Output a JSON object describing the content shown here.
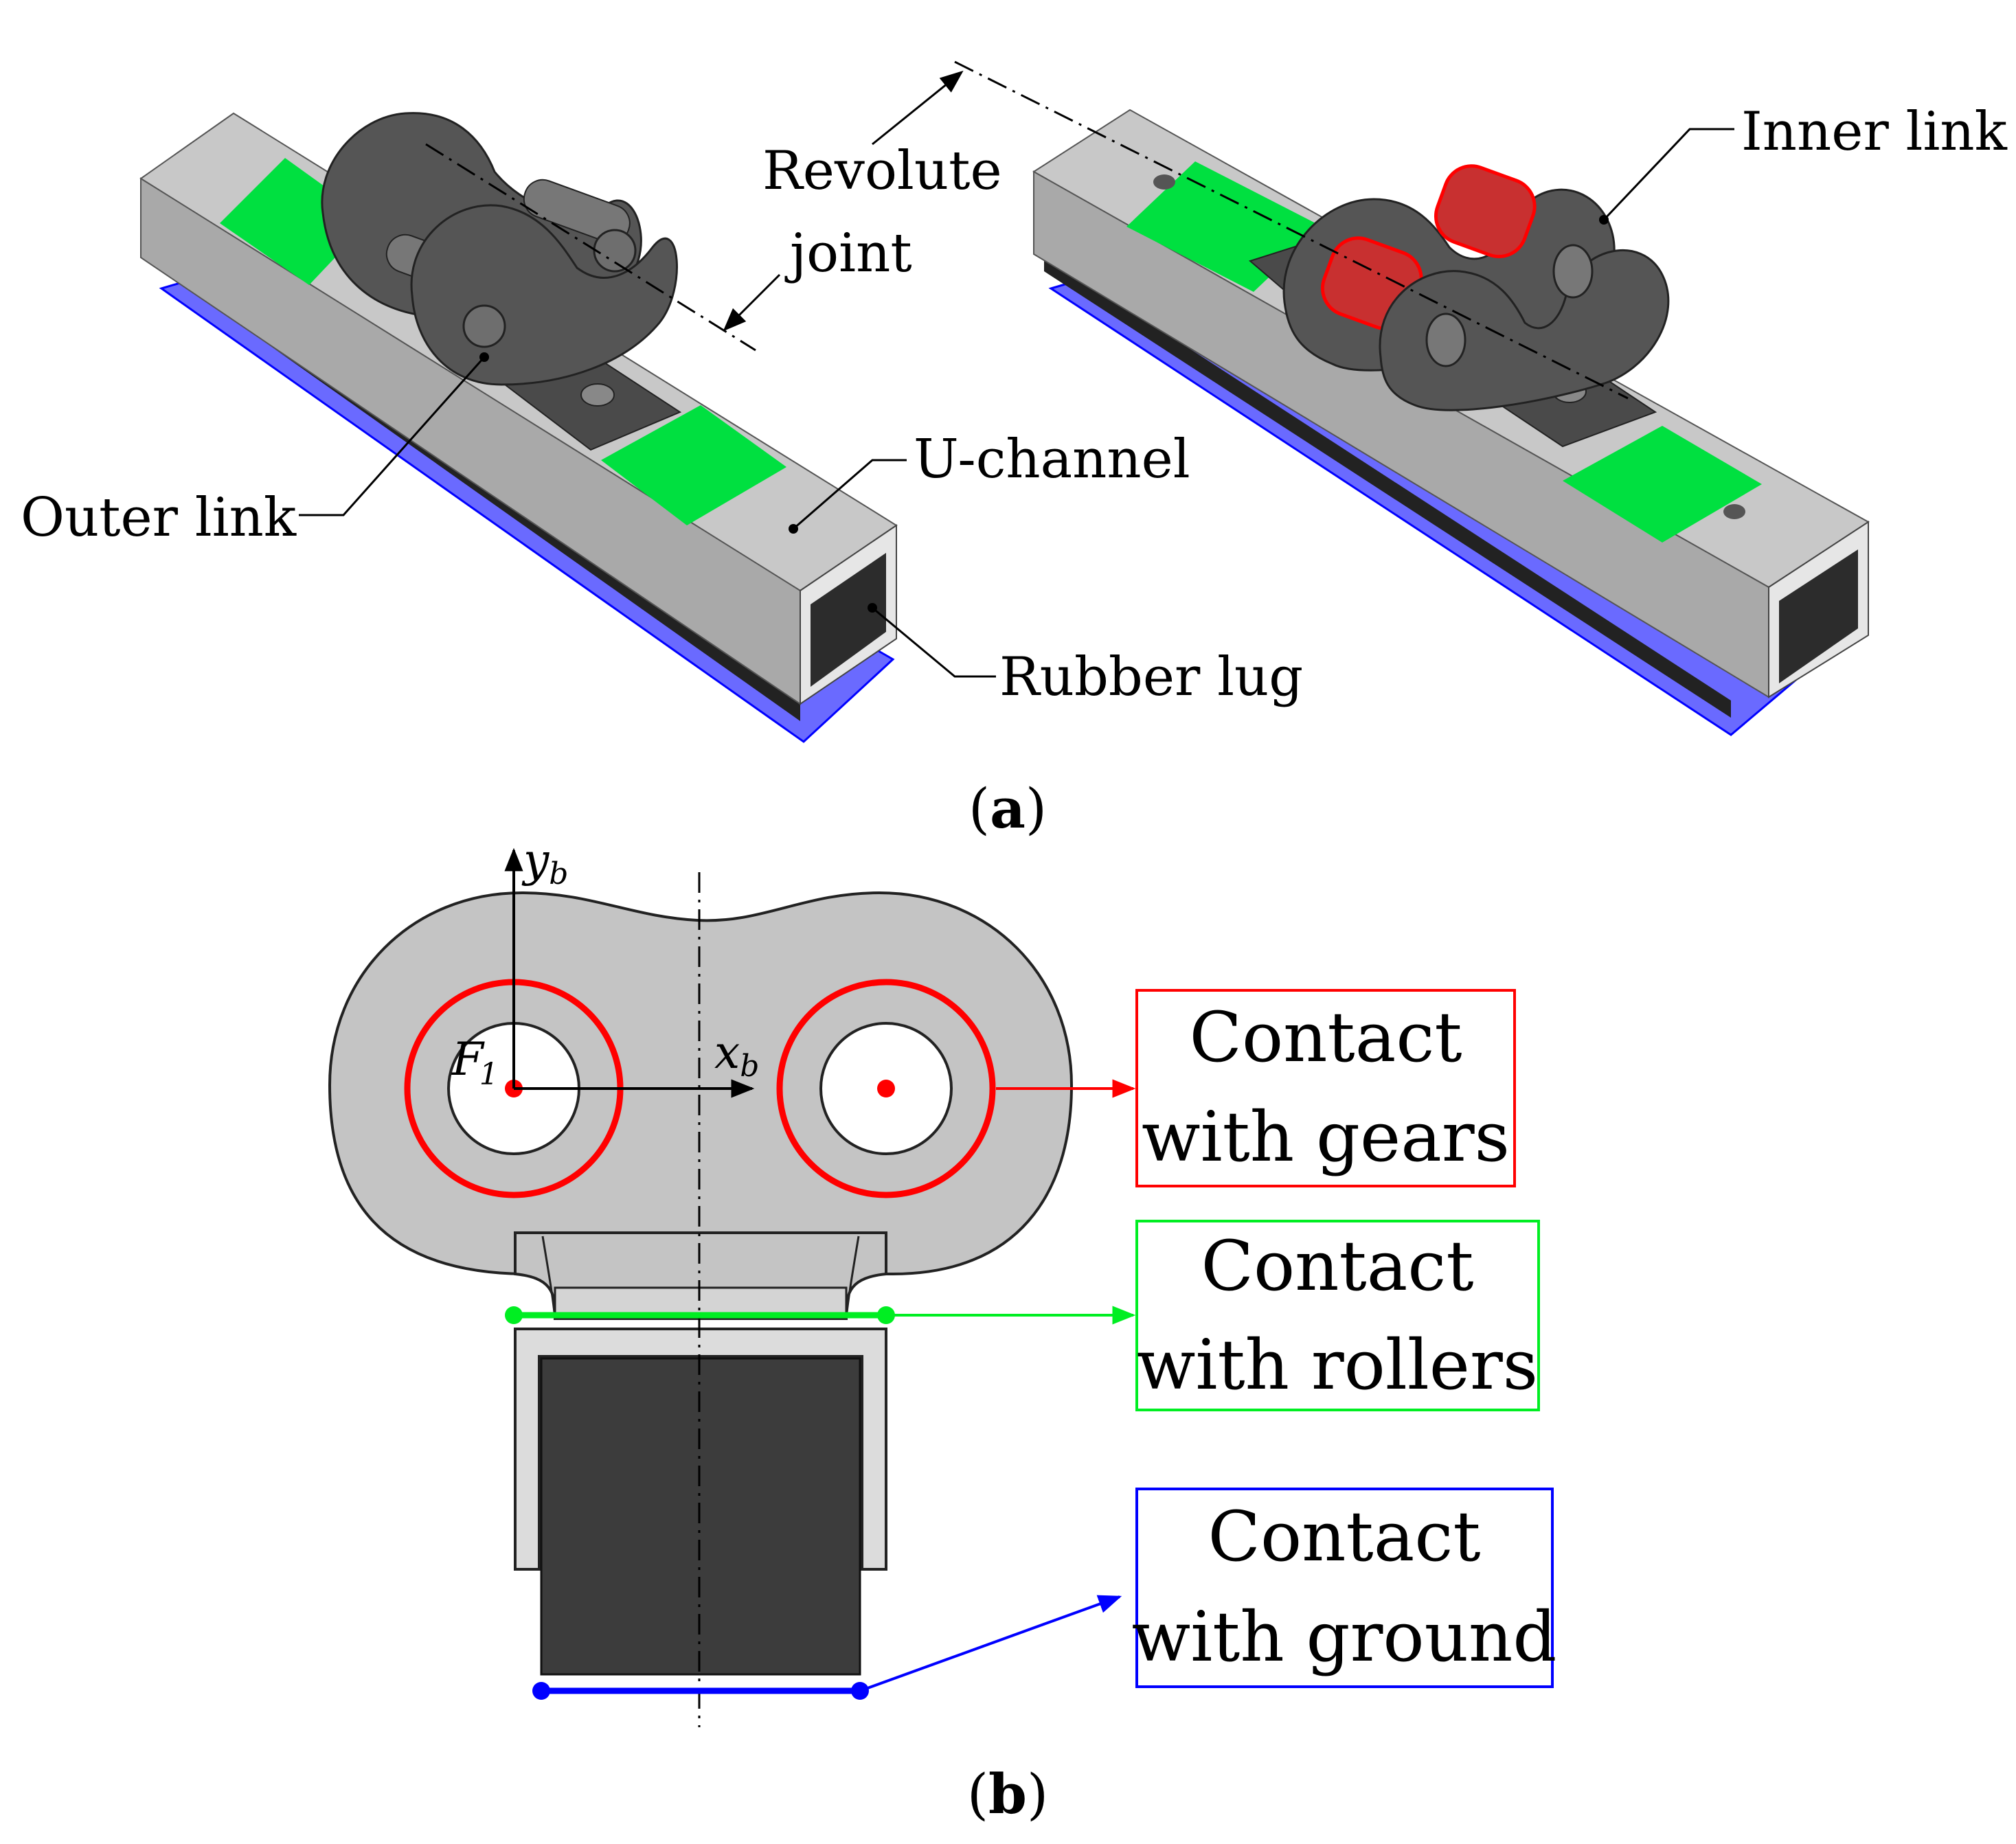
{
  "labels": {
    "revolute_line1": "Revolute",
    "revolute_line2": "joint",
    "inner_link": "Inner link",
    "outer_link": "Outer link",
    "u_channel": "U-channel",
    "rubber_lug": "Rubber lug"
  },
  "captions": {
    "a": "a",
    "b": "b"
  },
  "axes": {
    "y_symbol": "y",
    "y_subscript": "b",
    "x_symbol": "x",
    "x_subscript": "b",
    "frame_symbol": "F",
    "frame_subscript": "1"
  },
  "contacts": {
    "gears": {
      "line1": "Contact",
      "line2": "with gears",
      "color": "#ff0000"
    },
    "rollers": {
      "line1": "Contact",
      "line2": "with rollers",
      "color": "#00ee22"
    },
    "ground": {
      "line1": "Contact",
      "line2": "with ground",
      "color": "#0000ff"
    }
  },
  "colors": {
    "link_body": "#c4c4c4",
    "u_channel": "#dcdcdc",
    "rubber_lug": "#3c3c3c",
    "contact_strip": "#00e040",
    "ground_plane": "#6a6aff"
  }
}
